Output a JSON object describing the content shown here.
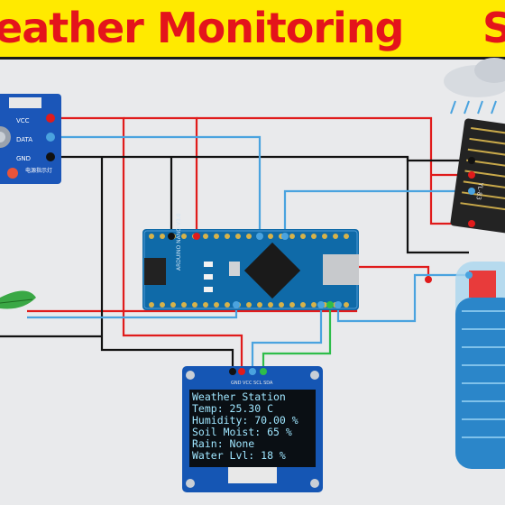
{
  "banner": {
    "title": "eather Monitoring",
    "title_right": "S"
  },
  "dht_module": {
    "pins": [
      "VCC",
      "DATA",
      "GND"
    ],
    "chip_text": "电源指示灯"
  },
  "arduino": {
    "label_top": "ARDUINO NANO V3.0"
  },
  "oled": {
    "pin_labels": "GND VCC SCL SDA",
    "lines": [
      "Weather Station",
      "Temp: 25.30 C",
      "Humidity: 70.00 %",
      "Soil Moist: 65 %",
      "Rain: None",
      "Water Lvl: 18 %"
    ]
  },
  "rain_sensor": {
    "label": "YL-83"
  },
  "colors": {
    "banner_bg": "#ffea00",
    "title": "#e4141b",
    "wire_red": "#e01b1b",
    "wire_blue": "#4aa3df",
    "wire_black": "#111111",
    "wire_green": "#2ebd4a"
  }
}
